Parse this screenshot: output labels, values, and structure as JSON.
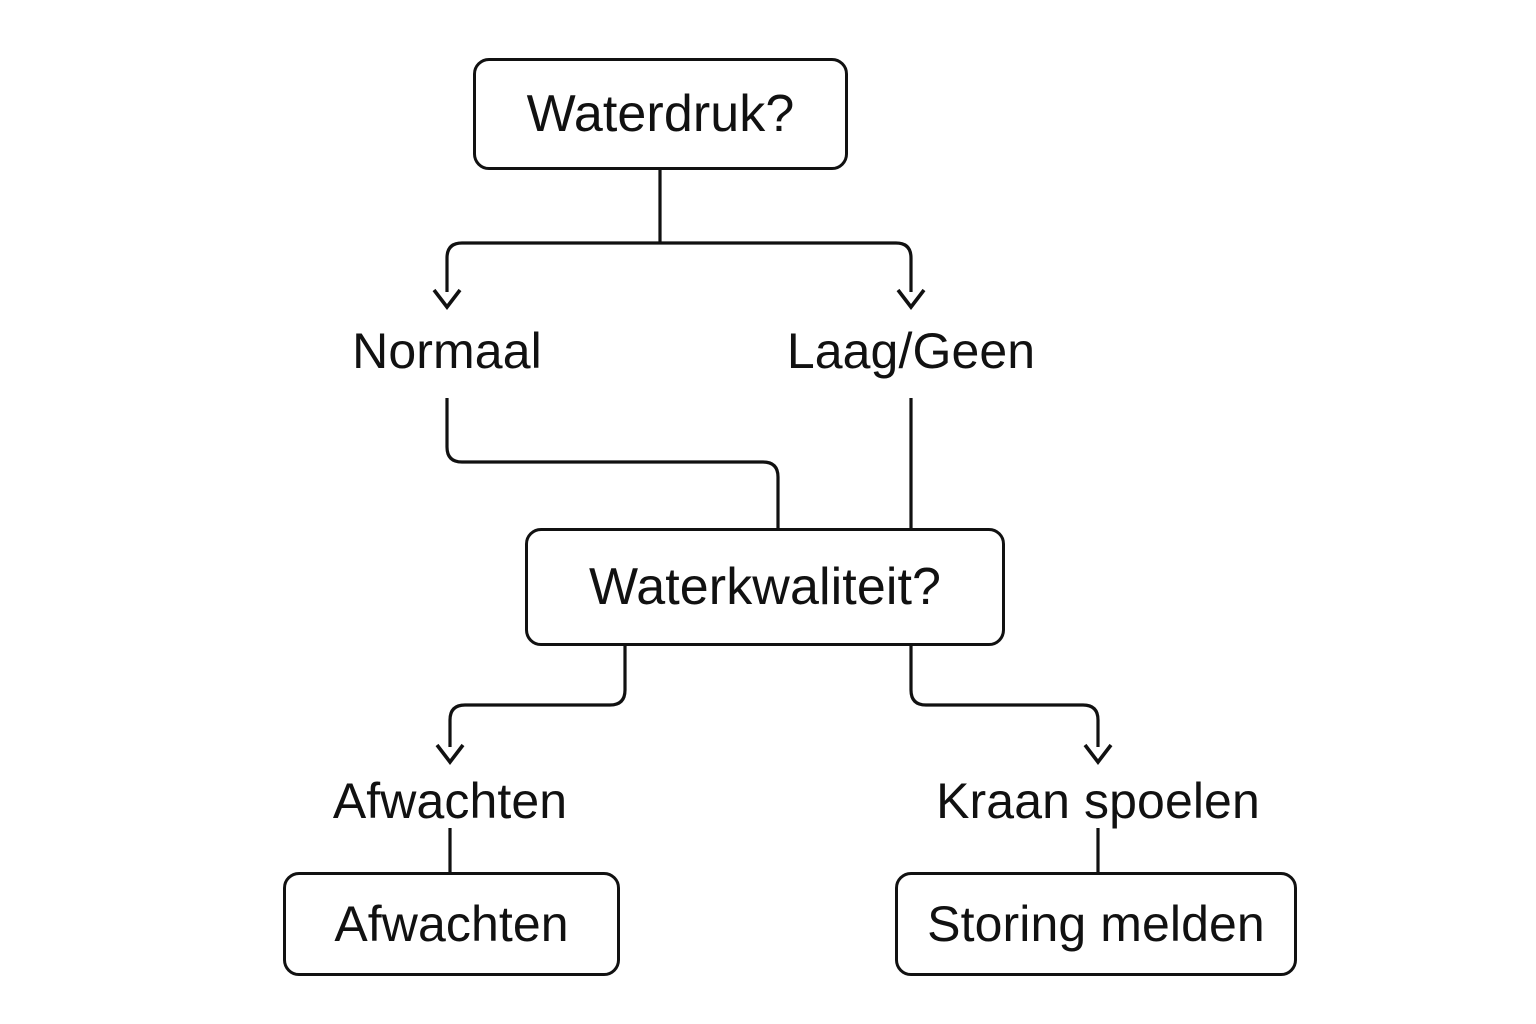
{
  "diagram": {
    "type": "decision-tree-flowchart",
    "language": "nl",
    "background_color": "#ffffff",
    "line_color": "#111111",
    "text_color": "#111111",
    "nodes": [
      {
        "id": "root",
        "label": "Waterdruk?",
        "shape": "rounded-rect"
      },
      {
        "id": "quality",
        "label": "Waterkwaliteit?",
        "shape": "rounded-rect"
      },
      {
        "id": "wait_outcome",
        "label": "Afwachten",
        "shape": "rounded-rect"
      },
      {
        "id": "report_outcome",
        "label": "Storing melden",
        "shape": "rounded-rect"
      }
    ],
    "edge_labels": [
      {
        "id": "normaal",
        "label": "Normaal",
        "from": "root",
        "to": "quality"
      },
      {
        "id": "laaggeen",
        "label": "Laag/Geen",
        "from": "root",
        "to": "quality"
      },
      {
        "id": "afwachten",
        "label": "Afwachten",
        "from": "quality",
        "to": "wait_outcome"
      },
      {
        "id": "kraan",
        "label": "Kraan spoelen",
        "from": "quality",
        "to": "report_outcome"
      }
    ]
  }
}
